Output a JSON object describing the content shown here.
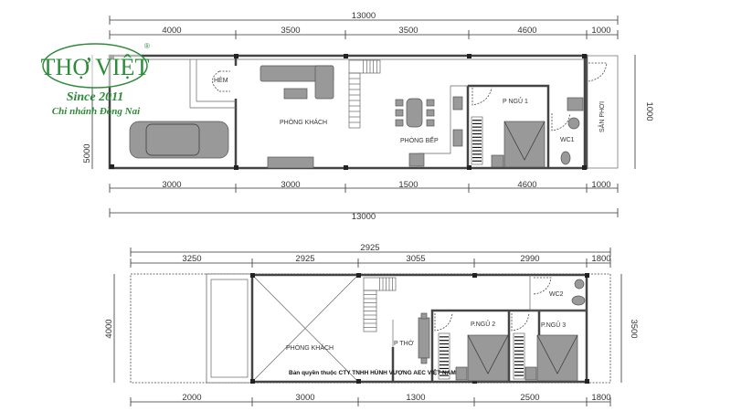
{
  "logo": {
    "brand": "THỢ VIỆT",
    "registered": "®",
    "since": "Since 2011",
    "branch": "Chi nhánh Đồng Nai",
    "color": "#2e8b3a"
  },
  "plan1": {
    "overall_top": "13000",
    "top_dims": [
      "4000",
      "3500",
      "3500",
      "4600",
      "1000"
    ],
    "bottom_dims": [
      "3000",
      "3000",
      "1500",
      "4600",
      "1000"
    ],
    "overall_bottom": "13000",
    "left_dim": "5000",
    "right_dim": "1000",
    "rooms": {
      "hen": "HẺM",
      "living": "PHÒNG KHÁCH",
      "kitchen": "PHÒNG BẾP",
      "bedroom1": "P NGỦ 1",
      "wc1": "WC1",
      "yard": "SÂN PHƠI"
    }
  },
  "plan2": {
    "overall_top": "2925",
    "top_dims": [
      "3250",
      "2925",
      "3055",
      "2990",
      "1800"
    ],
    "bottom_dims": [
      "2000",
      "3000",
      "1300",
      "2500",
      "1800"
    ],
    "left_dim": "4000",
    "right_dim": "3500",
    "rooms": {
      "living": "PHÒNG KHÁCH",
      "worship": "P THỜ",
      "bedroom2": "P.NGỦ 2",
      "bedroom3": "P.NGỦ 3",
      "wc2": "WC2"
    },
    "copyright": "Bản quyền thuộc CTY TNHH HÙNH VƯỢNG AEC VIỆT NAM"
  }
}
